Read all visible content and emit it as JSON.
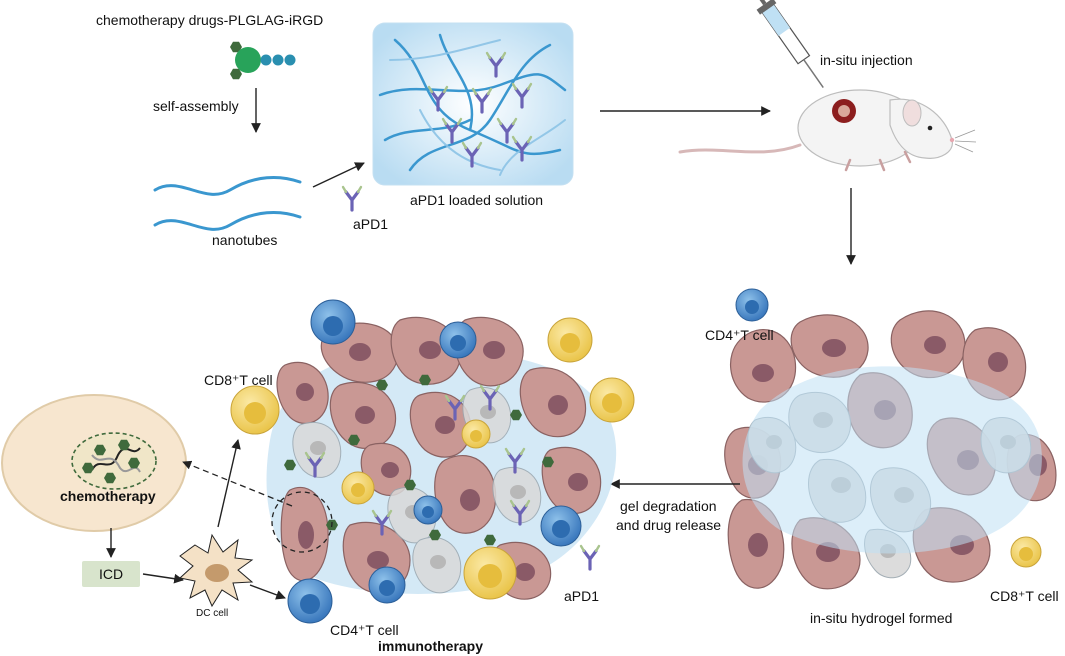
{
  "labels": {
    "drug_conjugate": "chemotherapy drugs-PLGLAG-iRGD",
    "self_assembly": "self-assembly",
    "nanotubes": "nanotubes",
    "apd1_top": "aPD1",
    "loaded_solution": "aPD1 loaded solution",
    "injection": "in-situ injection",
    "cd4_right": "CD4⁺T cell",
    "cd8_right": "CD8⁺T cell",
    "hydrogel_formed": "in-situ hydrogel formed",
    "gel_degradation_1": "gel degradation",
    "gel_degradation_2": "and drug release",
    "apd1_bottom": "aPD1",
    "cd8_left": "CD8⁺T cell",
    "cd4_left": "CD4⁺T cell",
    "chemotherapy": "chemotherapy",
    "icd": "ICD",
    "dc_cell": "DC cell",
    "immunotherapy": "immunotherapy"
  },
  "colors": {
    "nanotube": "#3a97cf",
    "tumor_cell": "#c99894",
    "tumor_nucleus": "#8a5a67",
    "hydrogel": "#c9e3f4",
    "cd4_cell": "#4a88c8",
    "cd8_cell": "#f1d36b",
    "antibody": "#6b63b5",
    "drug": "#3f6a3c",
    "icd_box": "#d8e4cc",
    "chemo_cell": "#f7e6cf",
    "dc_cell": "#f4e1c6"
  }
}
